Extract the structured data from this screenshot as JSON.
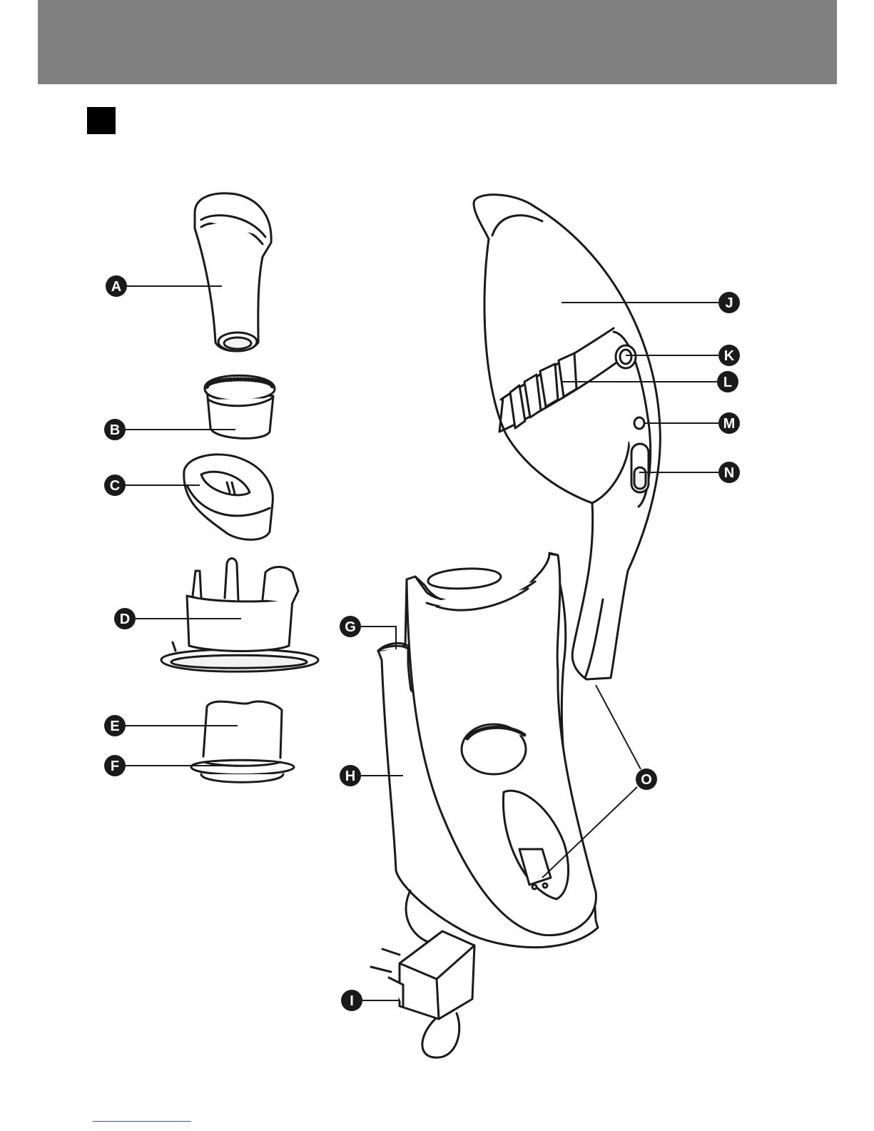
{
  "colors": {
    "header_band": "#808080",
    "marker": "#000000",
    "line": "#1a1a1a",
    "callout_fill": "#1a1a1a",
    "callout_text": "#ffffff",
    "footer_link": "#3355cc"
  },
  "callouts": [
    {
      "id": "A",
      "label": "A"
    },
    {
      "id": "B",
      "label": "B"
    },
    {
      "id": "C",
      "label": "C"
    },
    {
      "id": "D",
      "label": "D"
    },
    {
      "id": "E",
      "label": "E"
    },
    {
      "id": "F",
      "label": "F"
    },
    {
      "id": "G",
      "label": "G"
    },
    {
      "id": "H",
      "label": "H"
    },
    {
      "id": "I",
      "label": "I"
    },
    {
      "id": "J",
      "label": "J"
    },
    {
      "id": "K",
      "label": "K"
    },
    {
      "id": "L",
      "label": "L"
    },
    {
      "id": "M",
      "label": "M"
    },
    {
      "id": "N",
      "label": "N"
    },
    {
      "id": "O",
      "label": "O"
    }
  ]
}
